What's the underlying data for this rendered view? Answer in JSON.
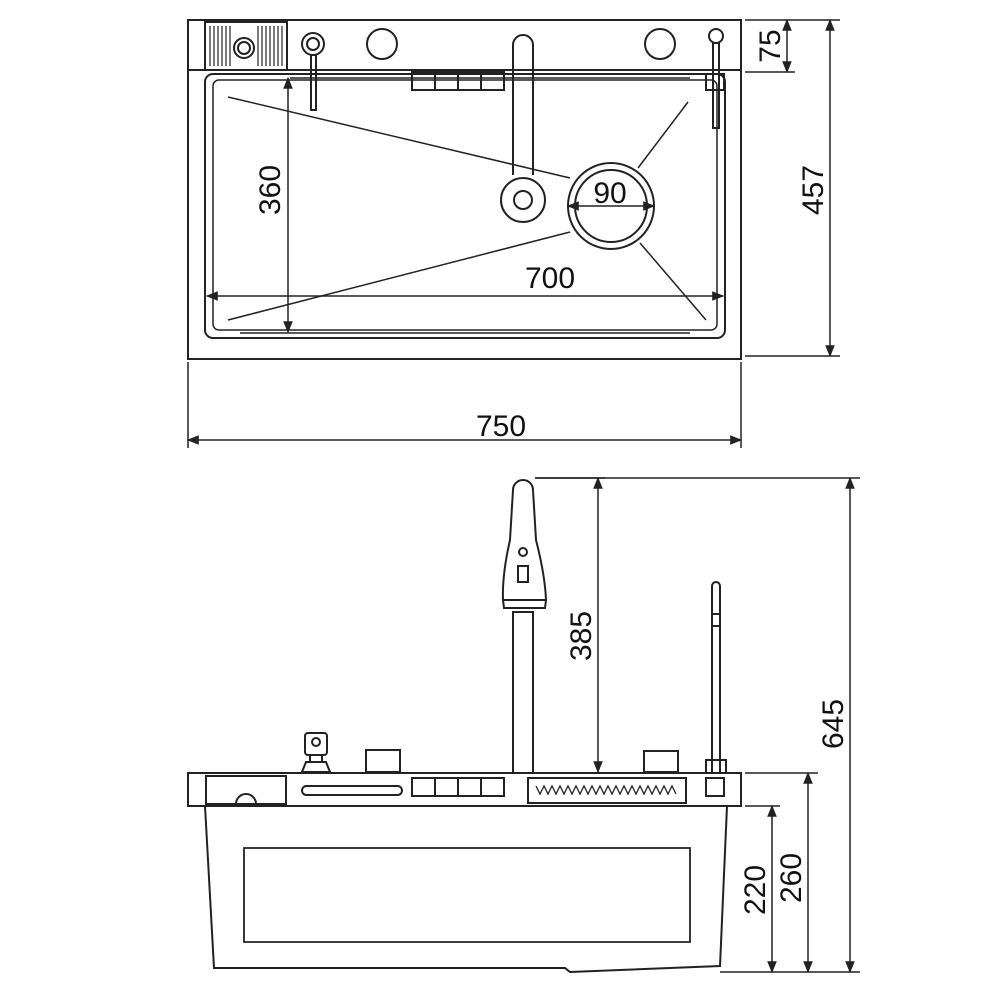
{
  "colors": {
    "line": "#222222",
    "fill": "#ffffff"
  },
  "top_view": {
    "dims": {
      "overall_width": "750",
      "overall_depth": "457",
      "deck_depth": "75",
      "bowl_width": "700",
      "bowl_depth": "360",
      "drain_diameter": "90"
    }
  },
  "front_view": {
    "dims": {
      "faucet_height": "385",
      "total_height": "645",
      "bowl_height": "220",
      "body_height": "260"
    }
  }
}
